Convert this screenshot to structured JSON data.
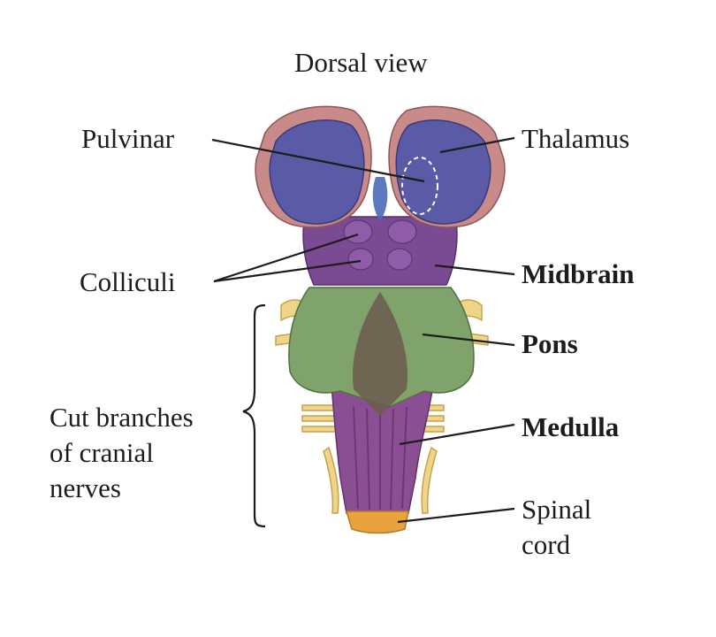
{
  "title": "Dorsal view",
  "labels": {
    "pulvinar": "Pulvinar",
    "thalamus": "Thalamus",
    "colliculi": "Colliculi",
    "midbrain": "Midbrain",
    "pons": "Pons",
    "cut_branches": "Cut branches\nof cranial\nnerves",
    "medulla": "Medulla",
    "spinal_cord": "Spinal\ncord"
  },
  "colors": {
    "thalamus": "#5a5aa6",
    "thalamus_edge": "#c98a8a",
    "midbrain": "#7a4a93",
    "pons": "#7fa36a",
    "medulla": "#8a4f93",
    "spinal_cord": "#e8a33c",
    "nerves": "#efd58a"
  }
}
